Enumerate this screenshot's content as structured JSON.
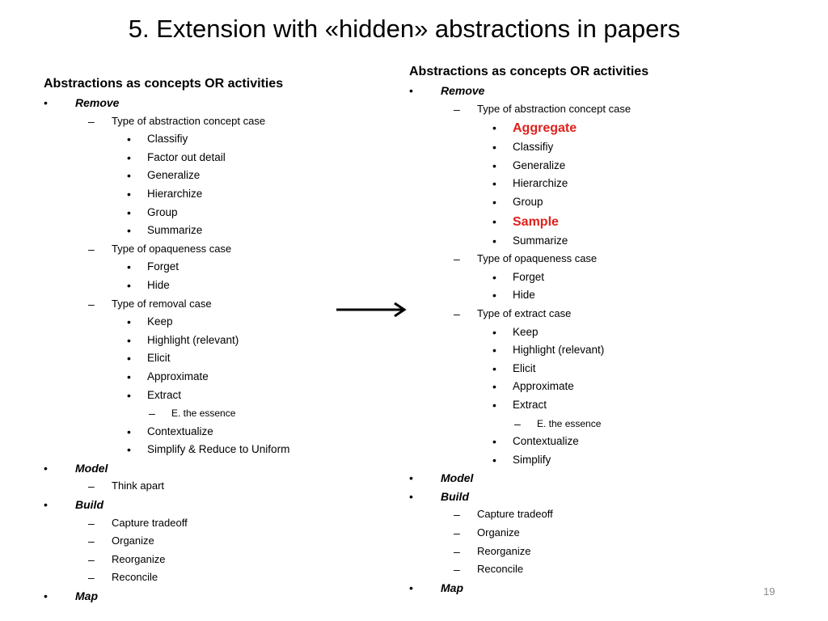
{
  "slide": {
    "title": "5. Extension with «hidden» abstractions  in papers",
    "page_number": "19"
  },
  "left": {
    "heading": "Abstractions as concepts OR activities",
    "items": [
      {
        "level": 1,
        "marker": "•",
        "text": "Remove"
      },
      {
        "level": 2,
        "marker": "–",
        "text": "Type of abstraction concept case"
      },
      {
        "level": 3,
        "marker": "•",
        "text": " Classifiy"
      },
      {
        "level": 3,
        "marker": "•",
        "text": "Factor out detail"
      },
      {
        "level": 3,
        "marker": "•",
        "text": "Generalize"
      },
      {
        "level": 3,
        "marker": "•",
        "text": "Hierarchize"
      },
      {
        "level": 3,
        "marker": "•",
        "text": "Group"
      },
      {
        "level": 3,
        "marker": "•",
        "text": "Summarize"
      },
      {
        "level": 2,
        "marker": "–",
        "text": "Type of opaqueness case"
      },
      {
        "level": 3,
        "marker": "•",
        "text": "Forget"
      },
      {
        "level": 3,
        "marker": "•",
        "text": "Hide"
      },
      {
        "level": 2,
        "marker": "–",
        "text": "Type of removal case"
      },
      {
        "level": 3,
        "marker": "•",
        "text": "Keep"
      },
      {
        "level": 3,
        "marker": "•",
        "text": "Highlight (relevant)"
      },
      {
        "level": 3,
        "marker": "•",
        "text": "Elicit"
      },
      {
        "level": 3,
        "marker": "•",
        "text": "Approximate"
      },
      {
        "level": 3,
        "marker": "•",
        "text": "Extract"
      },
      {
        "level": 4,
        "marker": "–",
        "text": "E. the essence"
      },
      {
        "level": 3,
        "marker": "•",
        "text": "Contextualize"
      },
      {
        "level": 3,
        "marker": "•",
        "text": "Simplify & Reduce to Uniform"
      },
      {
        "level": 1,
        "marker": "•",
        "text": "Model"
      },
      {
        "level": 2,
        "marker": "–",
        "text": "  Think apart"
      },
      {
        "level": 1,
        "marker": "•",
        "text": "Build"
      },
      {
        "level": 2,
        "marker": "–",
        "text": "Capture tradeoff"
      },
      {
        "level": 2,
        "marker": "–",
        "text": "Organize"
      },
      {
        "level": 2,
        "marker": "–",
        "text": "Reorganize"
      },
      {
        "level": 2,
        "marker": "–",
        "text": "Reconcile"
      },
      {
        "level": 1,
        "marker": "•",
        "text": "Map"
      }
    ]
  },
  "right": {
    "heading": "Abstractions as concepts OR activities",
    "items": [
      {
        "level": 1,
        "marker": "•",
        "text": "Remove"
      },
      {
        "level": 2,
        "marker": "–",
        "text": "Type of abstraction concept case"
      },
      {
        "level": 3,
        "marker": "•",
        "text": " Aggregate",
        "highlight": true
      },
      {
        "level": 3,
        "marker": "•",
        "text": "Classifiy"
      },
      {
        "level": 3,
        "marker": "•",
        "text": "Generalize"
      },
      {
        "level": 3,
        "marker": "•",
        "text": "Hierarchize"
      },
      {
        "level": 3,
        "marker": "•",
        "text": "Group"
      },
      {
        "level": 3,
        "marker": "•",
        "text": "Sample",
        "highlight": true
      },
      {
        "level": 3,
        "marker": "•",
        "text": "Summarize"
      },
      {
        "level": 2,
        "marker": "–",
        "text": "Type of opaqueness case"
      },
      {
        "level": 3,
        "marker": "•",
        "text": "Forget"
      },
      {
        "level": 3,
        "marker": "•",
        "text": "Hide"
      },
      {
        "level": 2,
        "marker": "–",
        "text": "Type of extract case"
      },
      {
        "level": 3,
        "marker": "•",
        "text": "Keep"
      },
      {
        "level": 3,
        "marker": "•",
        "text": "Highlight (relevant)"
      },
      {
        "level": 3,
        "marker": "•",
        "text": "Elicit"
      },
      {
        "level": 3,
        "marker": "•",
        "text": "Approximate"
      },
      {
        "level": 3,
        "marker": "•",
        "text": "Extract"
      },
      {
        "level": 4,
        "marker": "–",
        "text": "E. the essence"
      },
      {
        "level": 3,
        "marker": "•",
        "text": "Contextualize"
      },
      {
        "level": 3,
        "marker": "•",
        "text": "Simplify"
      },
      {
        "level": 1,
        "marker": "•",
        "text": "Model"
      },
      {
        "level": 1,
        "marker": "•",
        "text": "Build"
      },
      {
        "level": 2,
        "marker": "–",
        "text": "Capture tradeoff"
      },
      {
        "level": 2,
        "marker": "–",
        "text": "Organize"
      },
      {
        "level": 2,
        "marker": "–",
        "text": "Reorganize"
      },
      {
        "level": 2,
        "marker": "–",
        "text": "Reconcile"
      },
      {
        "level": 1,
        "marker": "•",
        "text": "Map"
      }
    ]
  },
  "colors": {
    "text": "#000000",
    "highlight": "#e0201c",
    "page_number": "#8a8a8a"
  }
}
